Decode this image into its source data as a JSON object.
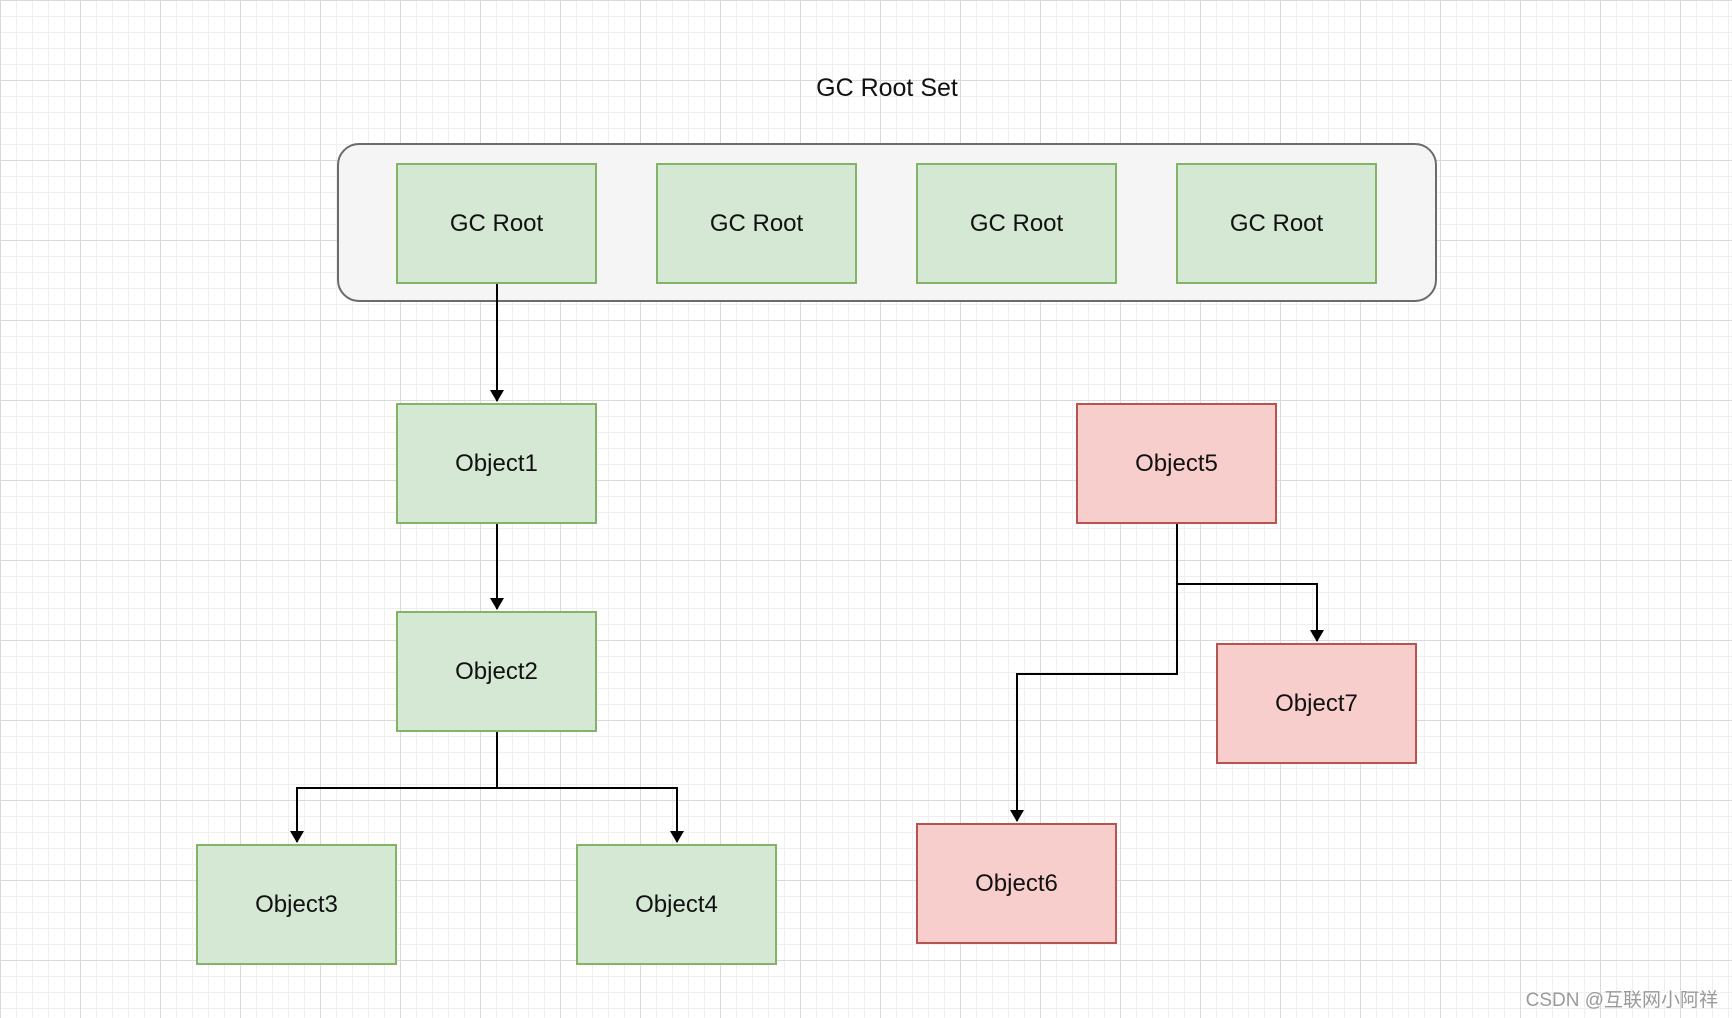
{
  "diagram": {
    "title": "GC Root Set",
    "roots": [
      {
        "label": "GC Root"
      },
      {
        "label": "GC Root"
      },
      {
        "label": "GC Root"
      },
      {
        "label": "GC Root"
      }
    ],
    "objects": {
      "object1": {
        "label": "Object1",
        "status": "reachable"
      },
      "object2": {
        "label": "Object2",
        "status": "reachable"
      },
      "object3": {
        "label": "Object3",
        "status": "reachable"
      },
      "object4": {
        "label": "Object4",
        "status": "reachable"
      },
      "object5": {
        "label": "Object5",
        "status": "unreachable"
      },
      "object6": {
        "label": "Object6",
        "status": "unreachable"
      },
      "object7": {
        "label": "Object7",
        "status": "unreachable"
      }
    },
    "edges": [
      {
        "from": "GC Root (1)",
        "to": "Object1"
      },
      {
        "from": "Object1",
        "to": "Object2"
      },
      {
        "from": "Object2",
        "to": "Object3"
      },
      {
        "from": "Object2",
        "to": "Object4"
      },
      {
        "from": "Object5",
        "to": "Object6"
      },
      {
        "from": "Object5",
        "to": "Object7"
      }
    ],
    "colors": {
      "reachable_fill": "#d5e8d4",
      "reachable_stroke": "#82b366",
      "unreachable_fill": "#f8cecc",
      "unreachable_stroke": "#b85450",
      "root_set_fill": "#f5f5f5",
      "root_set_stroke": "#6b6b6b"
    }
  },
  "watermark": "CSDN @互联网小阿祥"
}
